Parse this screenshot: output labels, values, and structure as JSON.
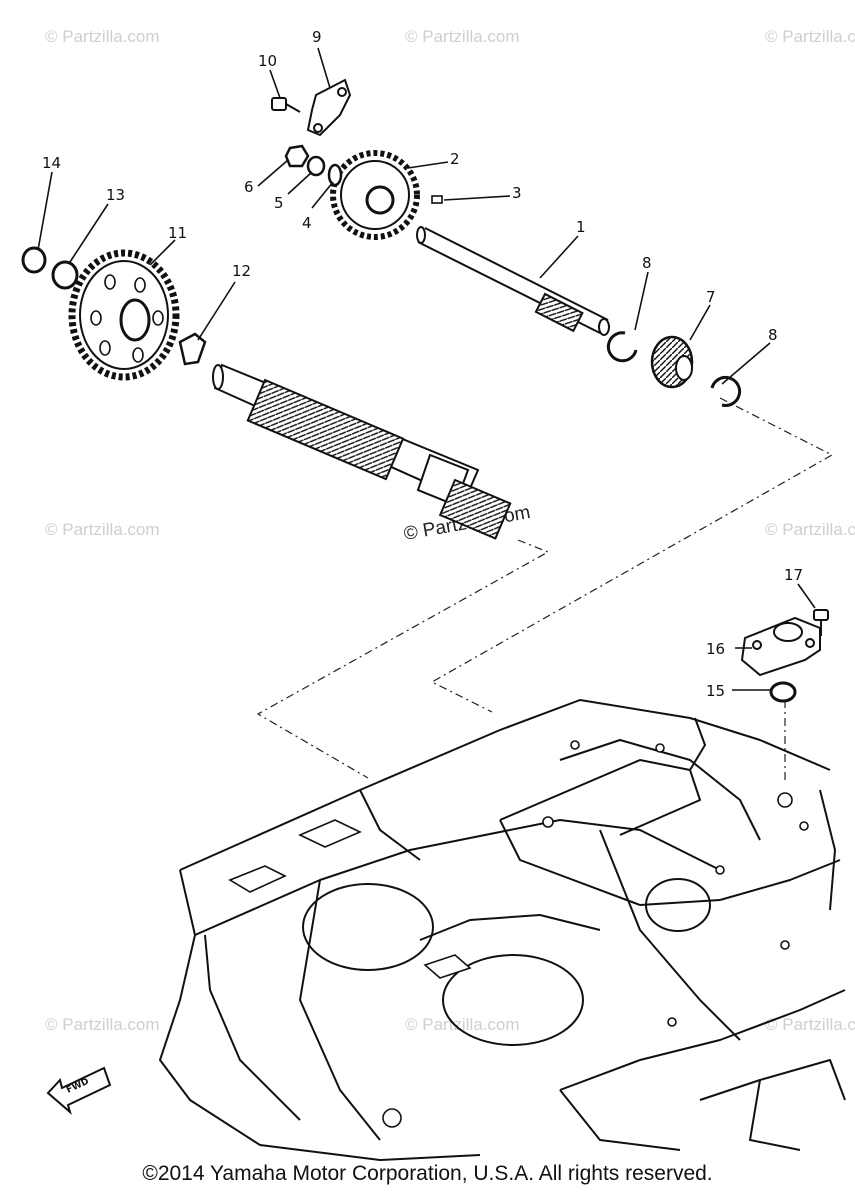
{
  "watermarks": {
    "corner": "© Partzilla.com",
    "center": "© Partzilla.com"
  },
  "callouts": {
    "c1": "1",
    "c2": "2",
    "c3": "3",
    "c4": "4",
    "c5": "5",
    "c6": "6",
    "c7": "7",
    "c8a": "8",
    "c8b": "8",
    "c9": "9",
    "c10": "10",
    "c11": "11",
    "c12": "12",
    "c13": "13",
    "c14": "14",
    "c15": "15",
    "c16": "16",
    "c17": "17"
  },
  "fwd_label": "FWD",
  "copyright": "©2014 Yamaha Motor Corporation, U.S.A. All rights reserved."
}
